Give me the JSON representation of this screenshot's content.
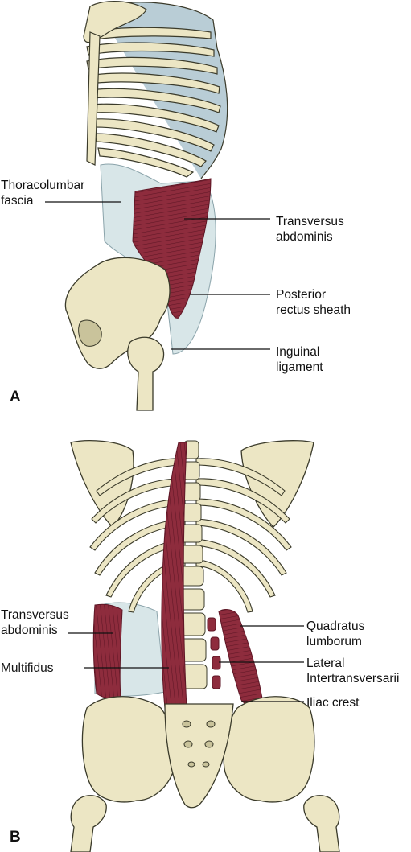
{
  "figure": {
    "panel_a": {
      "letter": "A",
      "labels": [
        {
          "id": "thoracolumbar",
          "text": "Thoracolumbar\nfascia"
        },
        {
          "id": "transversus",
          "text": "Transversus\nabdominis"
        },
        {
          "id": "rectus",
          "text": "Posterior\nrectus sheath"
        },
        {
          "id": "inguinal",
          "text": "Inguinal\nligament"
        }
      ]
    },
    "panel_b": {
      "letter": "B",
      "labels": [
        {
          "id": "transversus",
          "text": "Transversus\nabdominis"
        },
        {
          "id": "multifidus",
          "text": "Multifidus"
        },
        {
          "id": "quadratus",
          "text": "Quadratus\nlumborum"
        },
        {
          "id": "intertrans",
          "text": "Lateral\nIntertransversarii"
        },
        {
          "id": "iliac",
          "text": "Iliac crest"
        }
      ]
    }
  },
  "colors": {
    "bone": "#ece6c4",
    "bone_outline": "#3a3a2a",
    "bone_shade": "#c9c39b",
    "muscle": "#8e2c3d",
    "muscle_line": "#5e1625",
    "fascia": "#d8e6e8",
    "cartilage": "#b9cdd6"
  }
}
